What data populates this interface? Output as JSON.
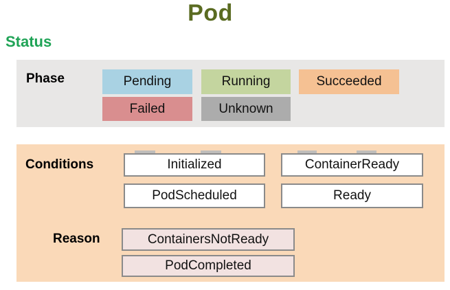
{
  "title": "Pod",
  "section_label": "Status",
  "phase": {
    "label": "Phase",
    "badges": [
      {
        "name": "pending",
        "label": "Pending",
        "color": "#A9D2E3"
      },
      {
        "name": "running",
        "label": "Running",
        "color": "#C4D59F"
      },
      {
        "name": "succeeded",
        "label": "Succeeded",
        "color": "#F5C193"
      },
      {
        "name": "failed",
        "label": "Failed",
        "color": "#D98E8F"
      },
      {
        "name": "unknown",
        "label": "Unknown",
        "color": "#ACACAC"
      }
    ]
  },
  "conditions": {
    "label": "Conditions",
    "items": [
      "Initialized",
      "ContainerReady",
      "PodScheduled",
      "Ready"
    ]
  },
  "reason": {
    "label": "Reason",
    "items": [
      "ContainersNotReady",
      "PodCompleted"
    ]
  },
  "colors": {
    "title": "#5A6B21",
    "status_label": "#1FA356",
    "panel_gray": "#E8E7E6",
    "panel_peach": "#FAD9B8",
    "box_border": "#8A8A8A",
    "condition_box_bg": "#FFFFFF",
    "reason_box_bg": "#F2E2E1",
    "text_dark": "#111111",
    "artifact_gray": "#BFBDBB"
  }
}
